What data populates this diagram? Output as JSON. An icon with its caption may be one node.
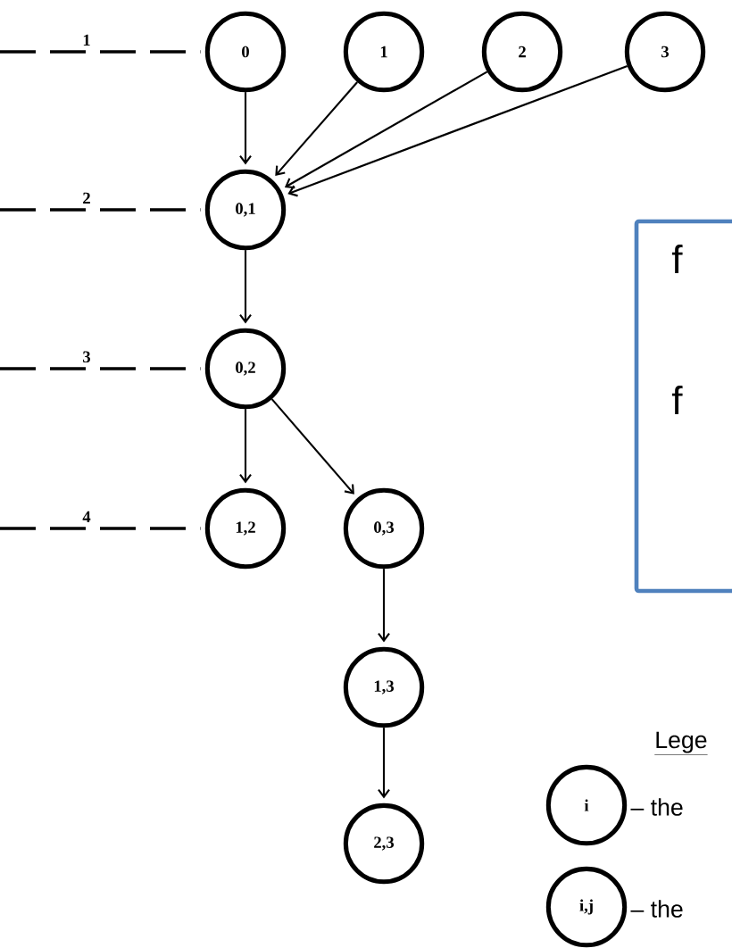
{
  "diagram": {
    "nodes": [
      {
        "text": [
          "0"
        ]
      },
      {
        "text": [
          "1"
        ]
      },
      {
        "text": [
          "2"
        ]
      },
      {
        "text": [
          "3"
        ]
      },
      {
        "text": [
          "0,1"
        ]
      },
      {
        "text": [
          "0,2"
        ]
      },
      {
        "text": [
          "1,2"
        ]
      },
      {
        "text": [
          "0,3"
        ]
      },
      {
        "text": [
          "1,3"
        ]
      },
      {
        "text": [
          "2,3"
        ]
      },
      {
        "text": [
          "f",
          "f"
        ]
      },
      {
        "text": [
          "i"
        ],
        "beside": [
          "– the"
        ]
      },
      {
        "text": [
          "i,j"
        ],
        "beside": [
          "– the"
        ]
      }
    ],
    "edges": [
      {
        "from": null,
        "to": 0,
        "arrow": "none",
        "style": "dashed",
        "label": "1"
      },
      {
        "from": null,
        "to": 4,
        "arrow": "none",
        "style": "dashed",
        "label": "2"
      },
      {
        "from": null,
        "to": 5,
        "arrow": "none",
        "style": "dashed",
        "label": "3"
      },
      {
        "from": null,
        "to": 6,
        "arrow": "none",
        "style": "dashed",
        "label": "4"
      },
      {
        "from": 0,
        "to": 4,
        "arrow": "to"
      },
      {
        "from": 1,
        "to": 4,
        "arrow": "to"
      },
      {
        "from": 2,
        "to": 4,
        "arrow": "to"
      },
      {
        "from": 3,
        "to": 4,
        "arrow": "to"
      },
      {
        "from": 4,
        "to": 5,
        "arrow": "to"
      },
      {
        "from": 5,
        "to": 6,
        "arrow": "to"
      },
      {
        "from": 5,
        "to": 7,
        "arrow": "to"
      },
      {
        "from": 7,
        "to": 8,
        "arrow": "to"
      },
      {
        "from": 8,
        "to": 9,
        "arrow": "to"
      }
    ],
    "labels": [
      "Lege"
    ]
  }
}
